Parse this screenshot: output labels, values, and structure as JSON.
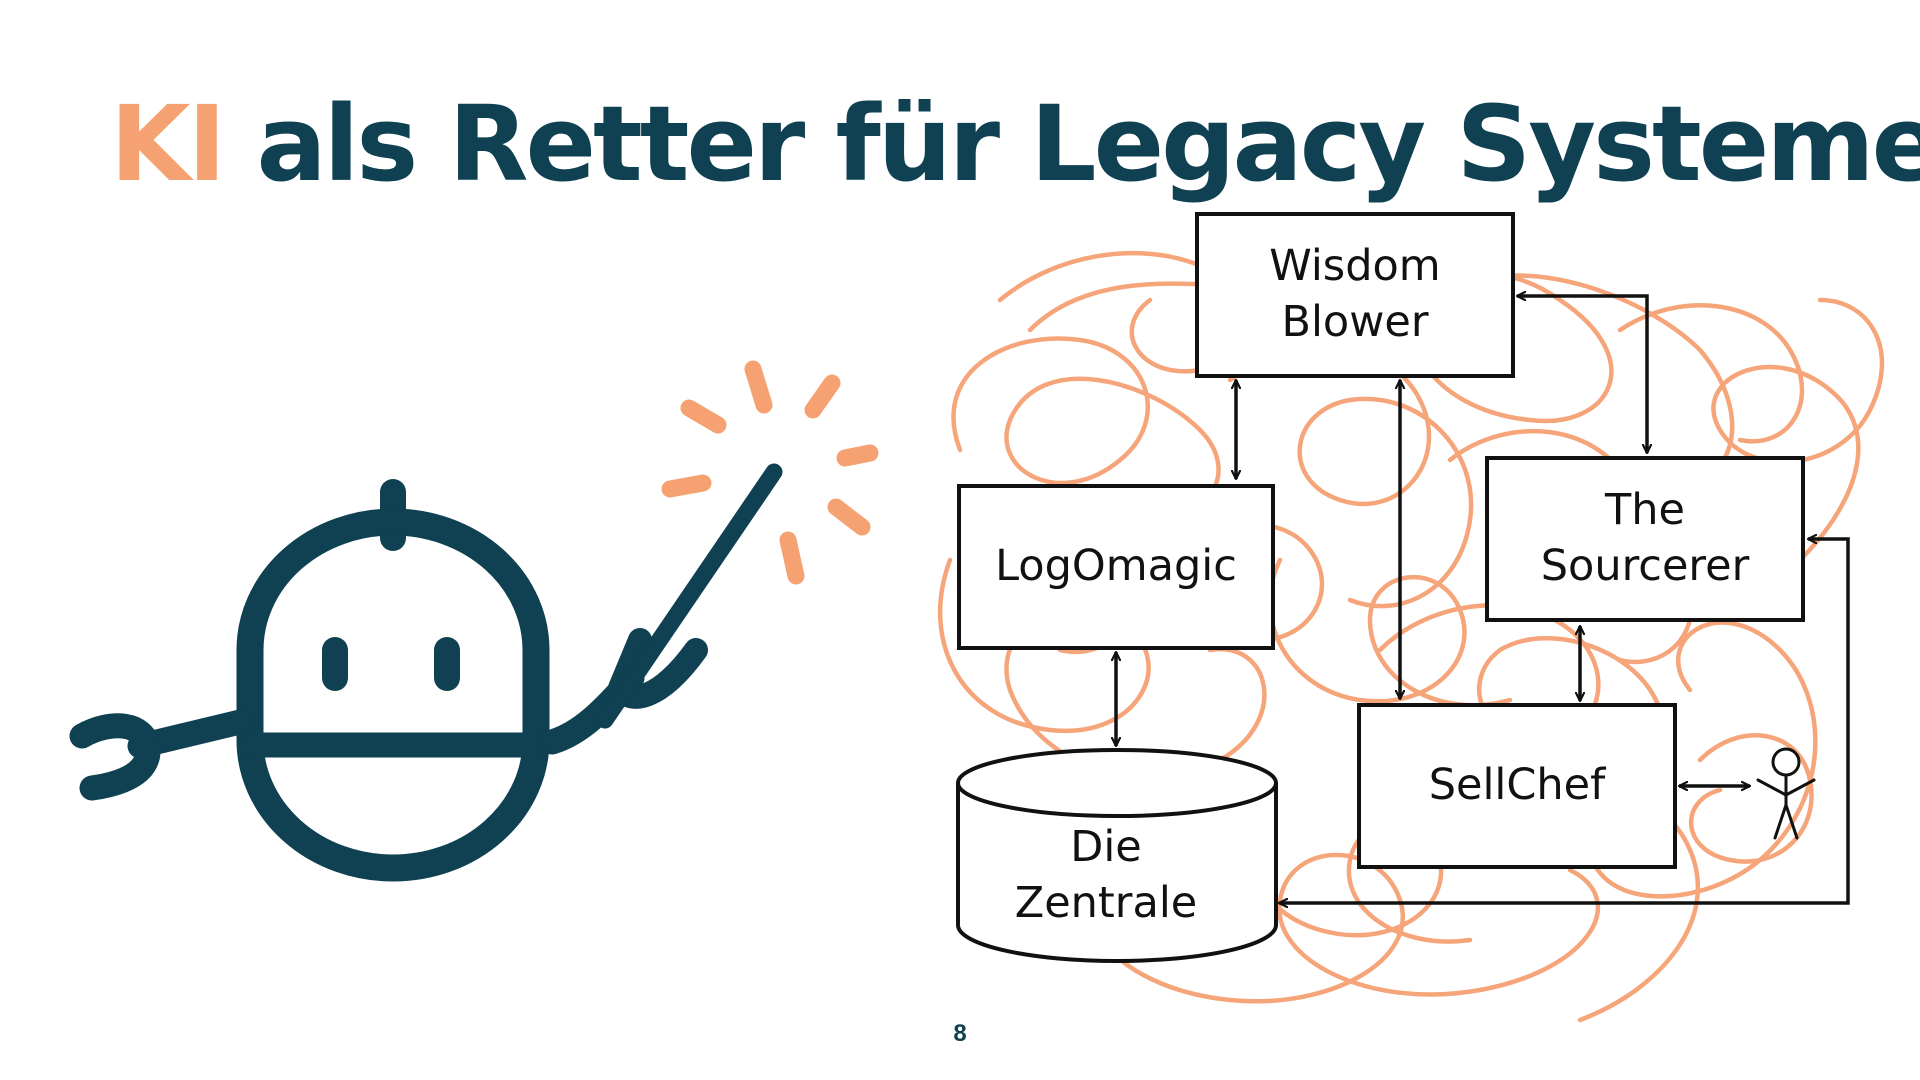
{
  "title": {
    "accent": "KI",
    "rest": " als Retter für Legacy Systeme?"
  },
  "diagram": {
    "nodes": {
      "wisdom_blower": "Wisdom\nBlower",
      "logomagic": "LogOmagic",
      "the_sourcerer": "The\nSourcerer",
      "sellchef": "SellChef",
      "die_zentrale": "Die\nZentrale"
    },
    "edges": [
      {
        "from": "wisdom_blower",
        "to": "logomagic",
        "direction": "both"
      },
      {
        "from": "wisdom_blower",
        "to": "sellchef",
        "direction": "both"
      },
      {
        "from": "wisdom_blower",
        "to": "the_sourcerer",
        "direction": "both"
      },
      {
        "from": "logomagic",
        "to": "die_zentrale",
        "direction": "both"
      },
      {
        "from": "the_sourcerer",
        "to": "sellchef",
        "direction": "both"
      },
      {
        "from": "sellchef",
        "to": "user",
        "direction": "both"
      },
      {
        "from": "die_zentrale",
        "to": "the_sourcerer",
        "direction": "both"
      }
    ],
    "icons": [
      "robot-icon",
      "magic-wand-icon",
      "sparkle-icon",
      "stick-figure-user-icon",
      "tangled-scribble"
    ]
  },
  "colors": {
    "navy": "#0f4152",
    "orange": "#f5a172",
    "ink": "#111111"
  },
  "footer": {
    "page_number": "8"
  }
}
